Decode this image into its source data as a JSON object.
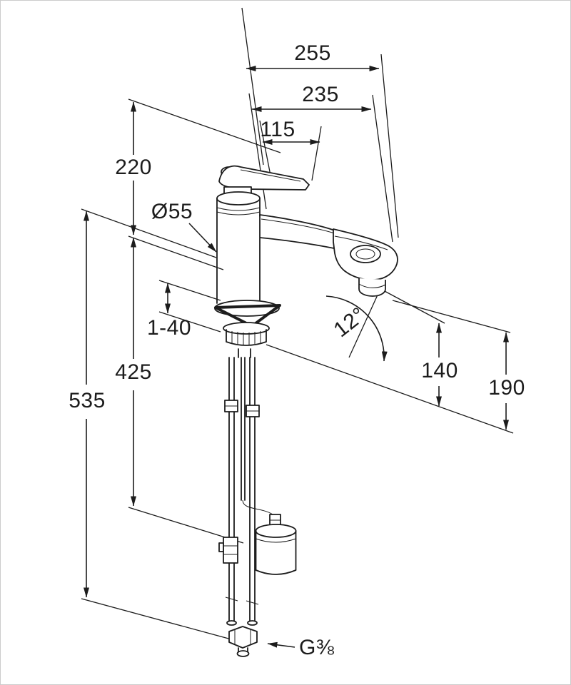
{
  "colors": {
    "ink": "#1c1c1c",
    "background": "#ffffff",
    "frame_border": "#cccccc"
  },
  "dims": {
    "dim255": "255",
    "dim235": "235",
    "dim115": "115",
    "dim220": "220",
    "diameter": "Ø55",
    "range_1_40": "1-40",
    "dim425": "425",
    "dim535": "535",
    "angle": "12°",
    "dim140": "140",
    "dim190": "190",
    "thread": "G⅜"
  }
}
